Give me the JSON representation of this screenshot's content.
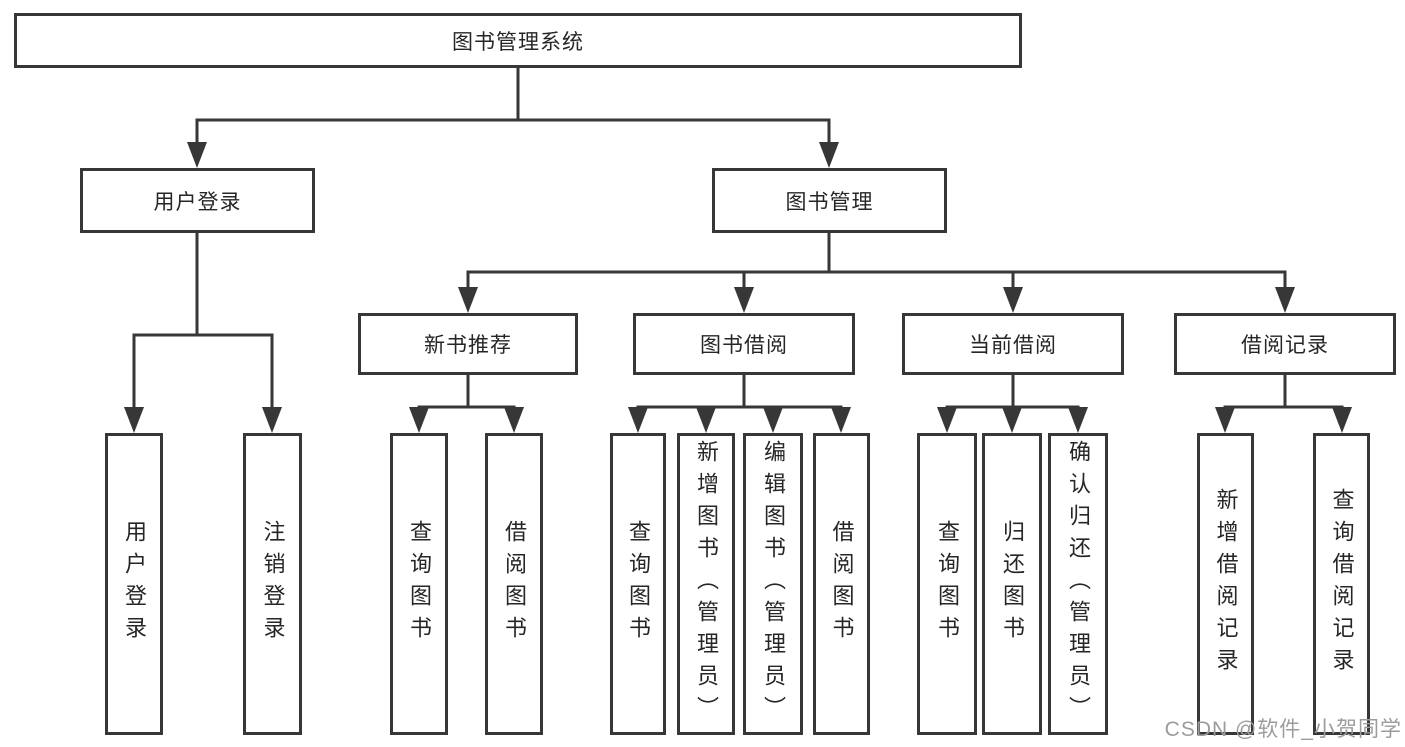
{
  "diagram": {
    "type": "hierarchy-tree",
    "title": "图书管理系统"
  },
  "nodes": {
    "root": "图书管理系统",
    "user_login": "用户登录",
    "book_management": "图书管理",
    "new_book_recommend": "新书推荐",
    "book_borrow": "图书借阅",
    "current_borrow": "当前借阅",
    "borrow_records": "借阅记录",
    "leaf_user_login": "用户登录",
    "leaf_logout": "注销登录",
    "leaf_query_book_1": "查询图书",
    "leaf_borrow_book_1": "借阅图书",
    "leaf_query_book_2": "查询图书",
    "leaf_add_book": "新增图书（管理员）",
    "leaf_edit_book": "编辑图书（管理员）",
    "leaf_borrow_book_2": "借阅图书",
    "leaf_query_book_3": "查询图书",
    "leaf_return_book": "归还图书",
    "leaf_confirm_return": "确认归还（管理员）",
    "leaf_add_borrow_record": "新增借阅记录",
    "leaf_query_borrow_record": "查询借阅记录"
  },
  "watermark": "CSDN @软件_小贺同学",
  "colors": {
    "line": "#373737",
    "text": "#262626",
    "watermark": "#9c9c9c",
    "background": "#ffffff"
  }
}
